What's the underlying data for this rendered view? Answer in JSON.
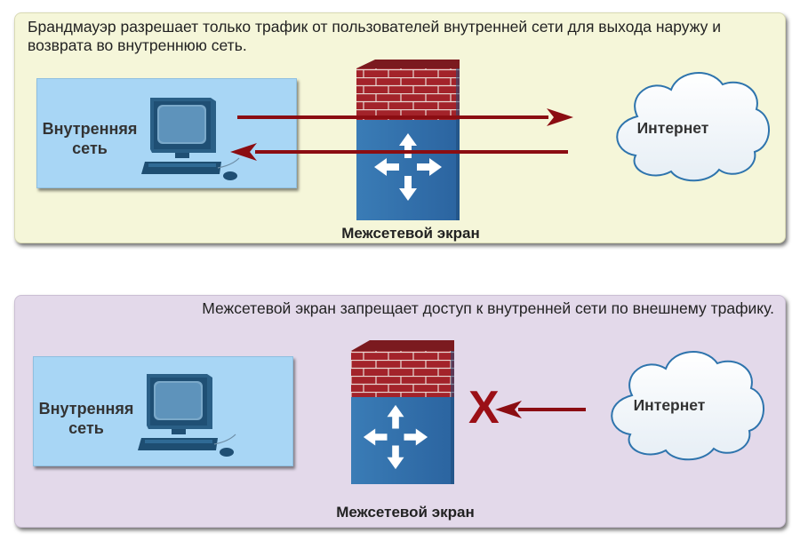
{
  "scenario_allow": {
    "caption": "Брандмауэр разрешает только трафик от пользователей внутренней сети для выхода наружу и возврата во внутреннюю сеть.",
    "lan_label_line1": "Внутренняя",
    "lan_label_line2": "сеть",
    "cloud_label": "Интернет",
    "firewall_label": "Межсетевой экран"
  },
  "scenario_block": {
    "caption": "Межсетевой экран запрещает доступ к внутренней сети по внешнему трафику.",
    "lan_label_line1": "Внутренняя",
    "lan_label_line2": "сеть",
    "cloud_label": "Интернет",
    "firewall_label": "Межсетевой экран",
    "blocked_mark": "X"
  },
  "colors": {
    "panel_allow_bg": "#f5f6d9",
    "panel_block_bg": "#e3d9ea",
    "lan_box_bg": "#a8d6f5",
    "arrow": "#8b0d12",
    "brick": "#a3232a",
    "firewall_body": "#2f6da3"
  },
  "icons": [
    "computer-icon",
    "firewall-brick-icon",
    "router-arrows-icon",
    "cloud-icon",
    "arrow-right-icon",
    "arrow-left-icon",
    "blocked-x-icon"
  ]
}
